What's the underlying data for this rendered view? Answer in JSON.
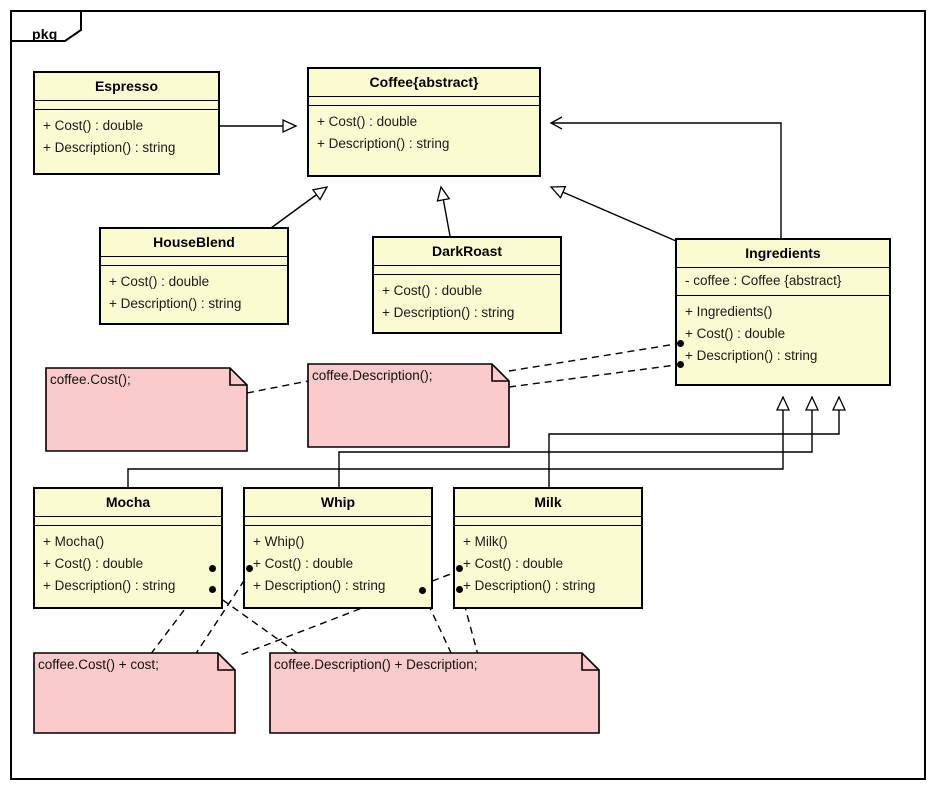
{
  "diagram": {
    "type": "uml-class-diagram",
    "package_label": "pkg",
    "theme": {
      "class_fill": "#FBFBD2",
      "note_fill": "#FBCBCB",
      "stroke": "#000000",
      "background": "#FFFFFF"
    }
  },
  "classes": [
    {
      "id": "espresso",
      "name": "Espresso",
      "attributes": [],
      "operations": [
        "+ Cost() : double",
        "+ Description() : string"
      ]
    },
    {
      "id": "coffee",
      "name": "Coffee{abstract}",
      "attributes": [],
      "operations": [
        "+ Cost() : double",
        "+ Description() : string"
      ]
    },
    {
      "id": "houseblend",
      "name": "HouseBlend",
      "attributes": [],
      "operations": [
        "+ Cost() : double",
        "+ Description() : string"
      ]
    },
    {
      "id": "darkroast",
      "name": "DarkRoast",
      "attributes": [],
      "operations": [
        "+ Cost() : double",
        "+ Description() : string"
      ]
    },
    {
      "id": "ingredients",
      "name": "Ingredients",
      "attributes": [
        "- coffee : Coffee {abstract}"
      ],
      "operations": [
        "+ Ingredients()",
        "+ Cost() : double",
        "+ Description() : string"
      ]
    },
    {
      "id": "mocha",
      "name": "Mocha",
      "attributes": [],
      "operations": [
        "+ Mocha()",
        "+ Cost() : double",
        "+ Description() : string"
      ]
    },
    {
      "id": "whip",
      "name": "Whip",
      "attributes": [],
      "operations": [
        "+ Whip()",
        "+ Cost() : double",
        "+ Description() : string"
      ]
    },
    {
      "id": "milk",
      "name": "Milk",
      "attributes": [],
      "operations": [
        "+ Milk()",
        "+ Cost() : double",
        "+ Description() : string"
      ]
    }
  ],
  "notes": [
    {
      "id": "note-cost",
      "text": "coffee.Cost();"
    },
    {
      "id": "note-description",
      "text": "coffee.Description();"
    },
    {
      "id": "note-cost-plus-cost",
      "text": "coffee.Cost() + cost;"
    },
    {
      "id": "note-description-plus-desc",
      "text": "coffee.Description() + Description;"
    }
  ],
  "relationships": [
    {
      "from": "Espresso",
      "to": "Coffee{abstract}",
      "kind": "generalization"
    },
    {
      "from": "HouseBlend",
      "to": "Coffee{abstract}",
      "kind": "generalization"
    },
    {
      "from": "DarkRoast",
      "to": "Coffee{abstract}",
      "kind": "generalization"
    },
    {
      "from": "Ingredients",
      "to": "Coffee{abstract}",
      "kind": "generalization"
    },
    {
      "from": "Ingredients",
      "to": "Coffee{abstract}",
      "kind": "association"
    },
    {
      "from": "Mocha",
      "to": "Ingredients",
      "kind": "generalization"
    },
    {
      "from": "Whip",
      "to": "Ingredients",
      "kind": "generalization"
    },
    {
      "from": "Milk",
      "to": "Ingredients",
      "kind": "generalization"
    }
  ]
}
